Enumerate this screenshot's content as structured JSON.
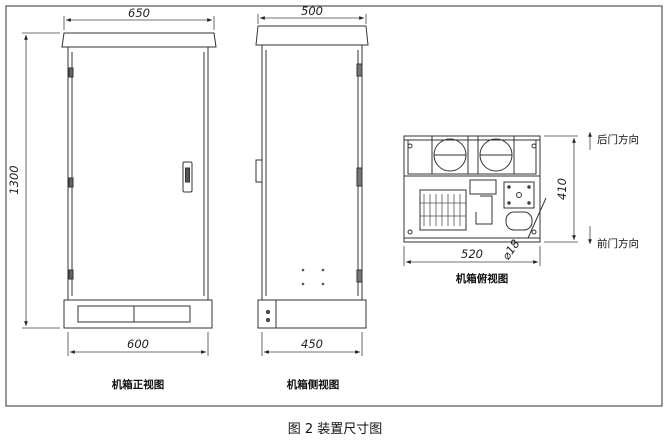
{
  "views": {
    "front": {
      "label": "机箱正视图",
      "dim_top": "650",
      "dim_bottom": "600",
      "dim_left": "1300"
    },
    "side": {
      "label": "机箱侧视图",
      "dim_top": "500",
      "dim_bottom": "450"
    },
    "top": {
      "label": "机箱俯视图",
      "dim_width": "520",
      "dim_height": "410",
      "dim_diameter": "⌀18",
      "dir_back": "后门方向",
      "dir_front": "前门方向"
    }
  },
  "caption": "图 2  装置尺寸图"
}
